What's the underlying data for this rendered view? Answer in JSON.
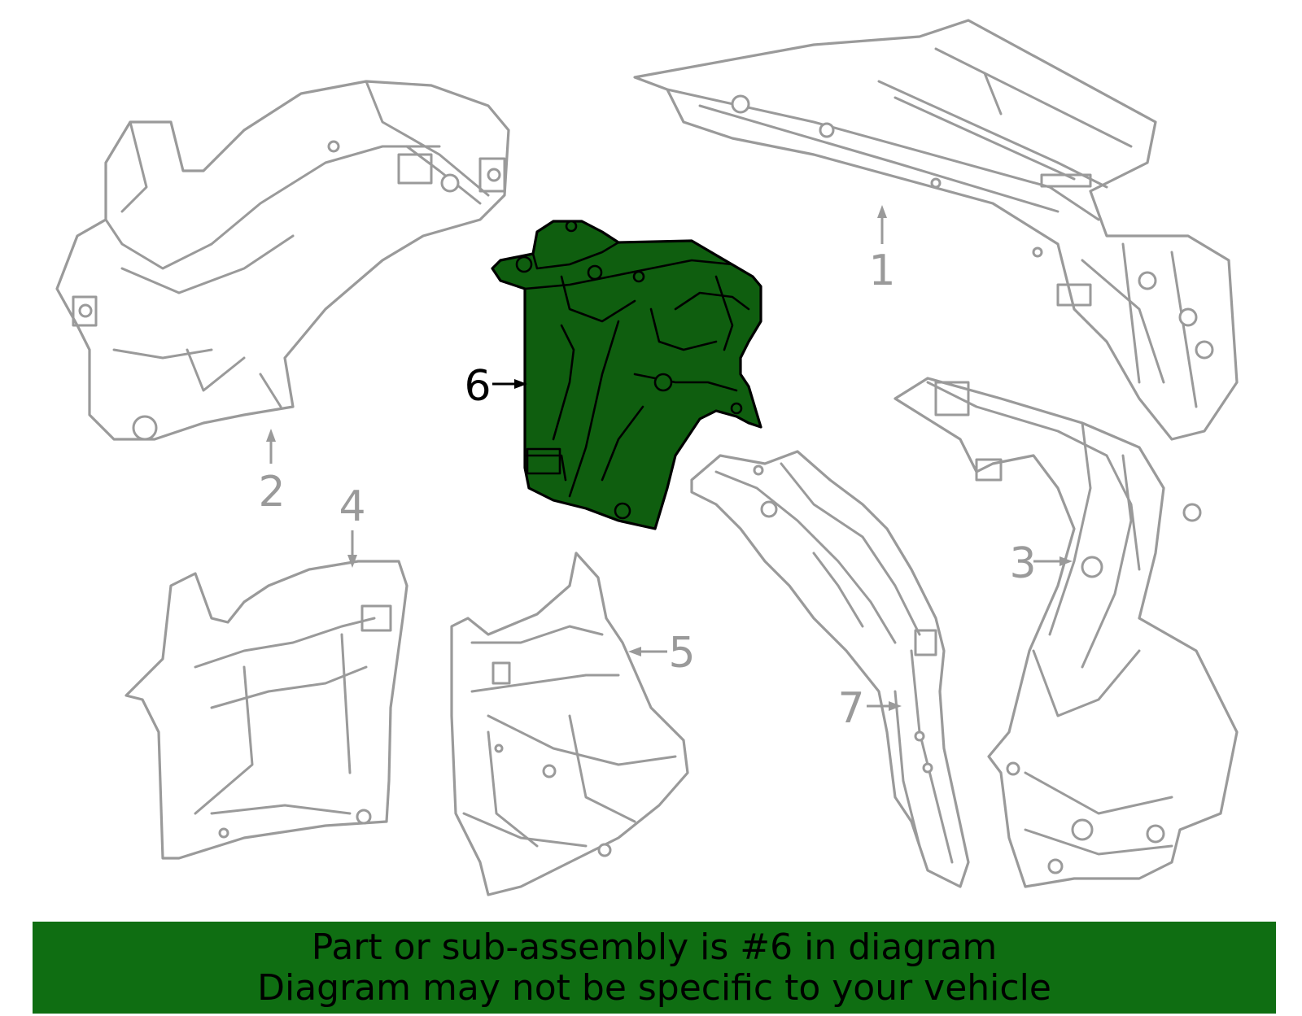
{
  "diagram": {
    "highlight_color": "#0f6e12",
    "outline_color": "#9a9a9a",
    "callouts": [
      {
        "id": "1",
        "label": "1"
      },
      {
        "id": "2",
        "label": "2"
      },
      {
        "id": "3",
        "label": "3"
      },
      {
        "id": "4",
        "label": "4"
      },
      {
        "id": "5",
        "label": "5"
      },
      {
        "id": "6",
        "label": "6",
        "highlighted": true
      },
      {
        "id": "7",
        "label": "7"
      }
    ]
  },
  "banner": {
    "line1": "Part or sub-assembly is #6 in diagram",
    "line2": "Diagram may not be specific to your vehicle"
  }
}
